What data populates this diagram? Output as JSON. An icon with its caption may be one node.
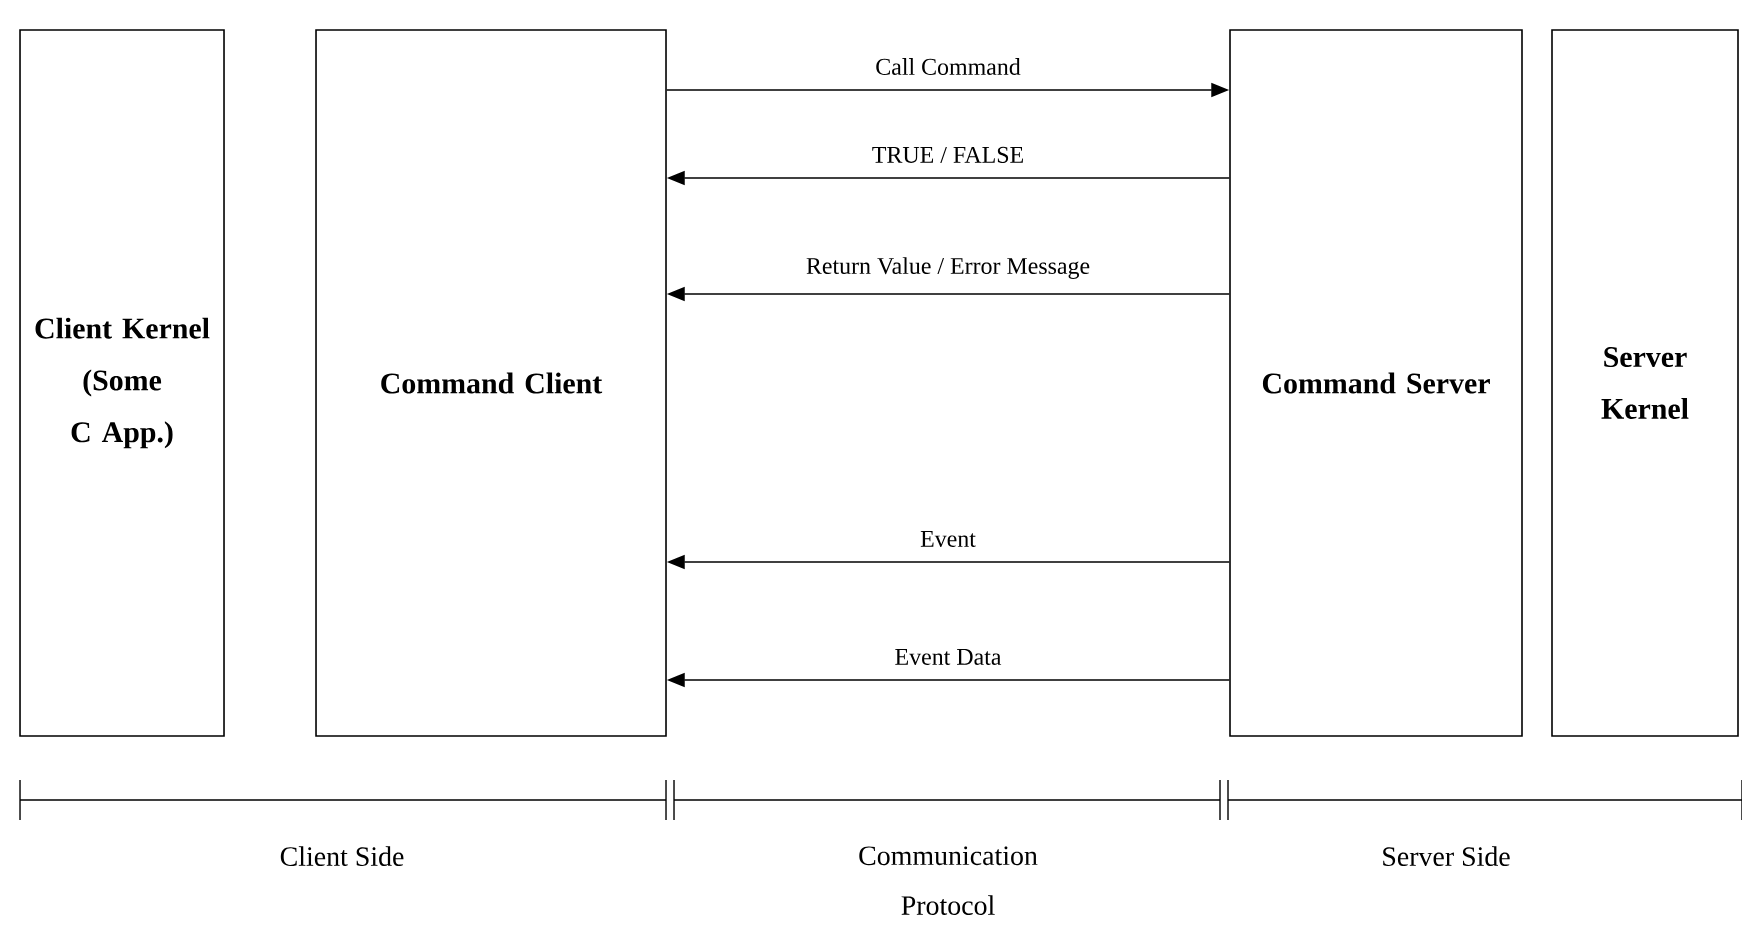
{
  "diagram": {
    "nodes": [
      {
        "text": [
          "Client Kernel (Some C App.)"
        ]
      },
      {
        "text": [
          "Command Client"
        ]
      },
      {
        "text": [
          "Command Server"
        ]
      },
      {
        "text": [
          "Server Kernel"
        ]
      }
    ],
    "edges": [
      {
        "from": 1,
        "to": 2,
        "arrow": "to",
        "label": "Call Command"
      },
      {
        "from": 2,
        "to": 1,
        "arrow": "to",
        "label": "TRUE / FALSE"
      },
      {
        "from": 2,
        "to": 1,
        "arrow": "to",
        "label": "Return Value / Error Message"
      },
      {
        "from": 2,
        "to": 1,
        "arrow": "to",
        "label": "Event"
      },
      {
        "from": 2,
        "to": 1,
        "arrow": "to",
        "label": "Event Data"
      }
    ],
    "labels": [
      "Client Side",
      "Communication Protocol",
      "Server Side"
    ]
  }
}
